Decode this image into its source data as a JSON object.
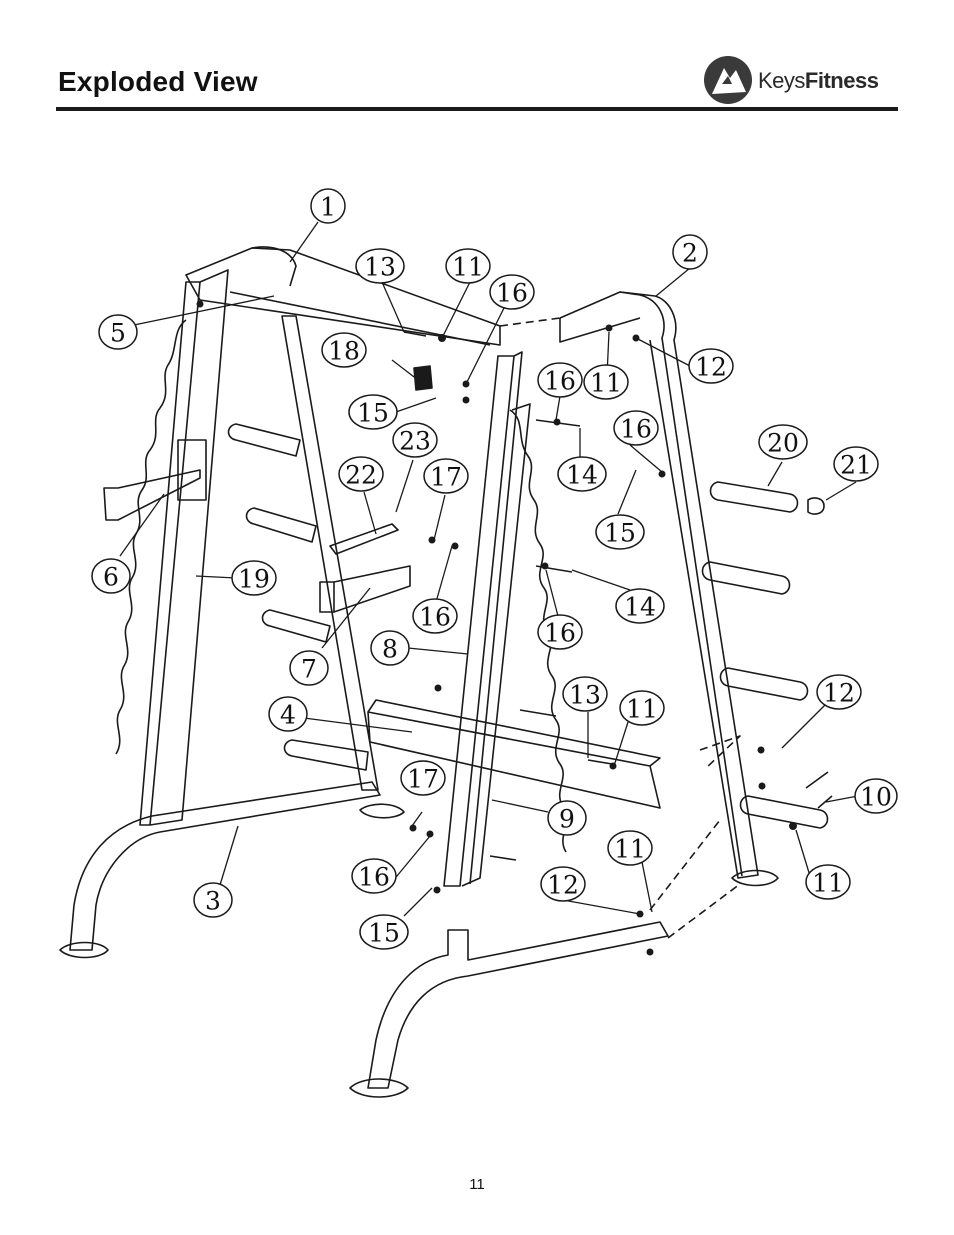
{
  "header": {
    "title": "Exploded View",
    "logo_text": "KeysFitness",
    "logo_text_part1": "Keys",
    "logo_text_part2": "Fitness"
  },
  "diagram": {
    "callouts": [
      "1",
      "2",
      "3",
      "4",
      "5",
      "6",
      "7",
      "8",
      "9",
      "10",
      "11",
      "12",
      "13",
      "14",
      "15",
      "16",
      "17",
      "18",
      "19",
      "20",
      "21",
      "22",
      "23"
    ],
    "icon": "exploded-parts-drawing"
  },
  "footer": {
    "page_number": "11"
  }
}
